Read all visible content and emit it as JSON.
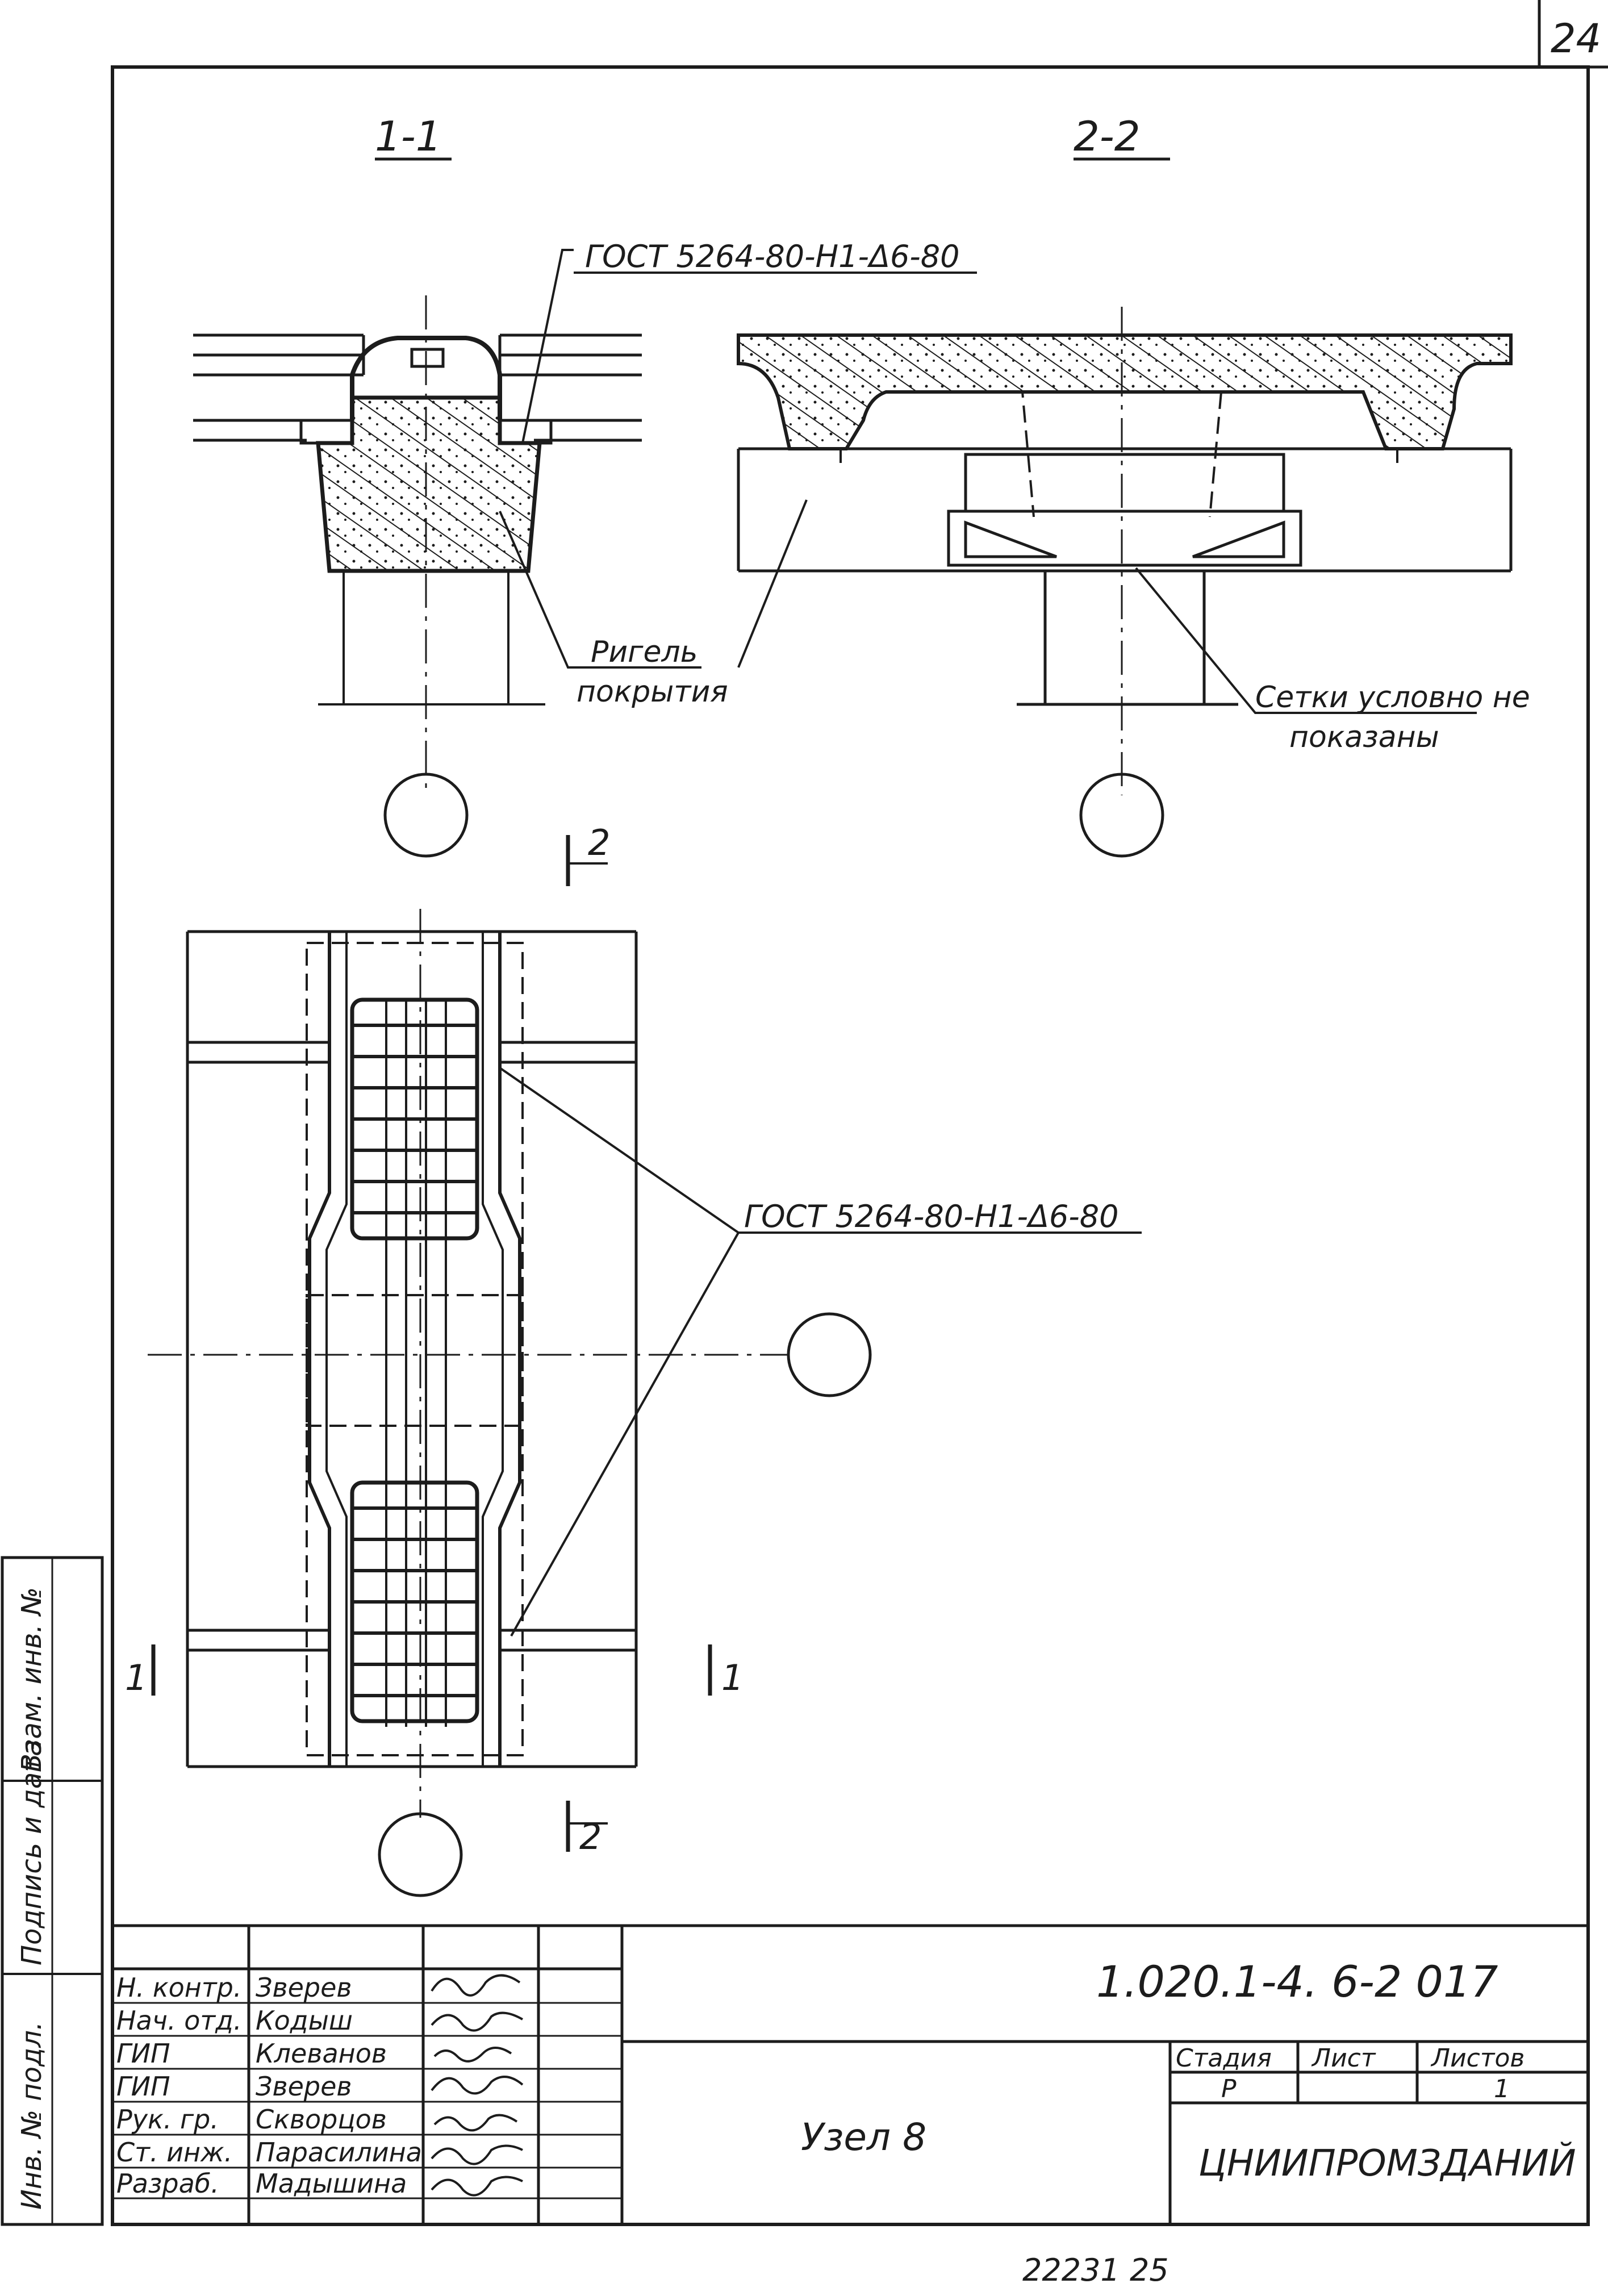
{
  "sheet_corner_number": "24",
  "sections": {
    "section_1": "1-1",
    "section_2": "2-2"
  },
  "callouts": {
    "gost_top": "ГОСТ 5264-80-Н1-Δ6-80",
    "gost_plan": "ГОСТ 5264-80-Н1-Δ6-80",
    "rigel_line1": "Ригель",
    "rigel_line2": "покрытия",
    "mesh_line1": "Сетки условно не",
    "mesh_line2": "показаны"
  },
  "plan_marks": {
    "cut2_top": "2",
    "cut2_bottom": "2",
    "cut1_left": "1",
    "cut1_right": "1"
  },
  "side_stamp": {
    "col1": "Инв. № подл.",
    "col2": "Подпись и дата",
    "col3": "Взам. инв. №"
  },
  "title_block": {
    "doc_code": "1.020.1-4. 6-2 017",
    "node_name": "Узел 8",
    "stage_header": "Стадия",
    "sheet_header": "Лист",
    "sheets_header": "Листов",
    "stage_value": "Р",
    "sheets_value": "1",
    "organization": "ЦНИИПРОМЗДАНИЙ",
    "roles": [
      {
        "role": "Н. контр.",
        "name": "Зверев"
      },
      {
        "role": "Нач. отд.",
        "name": "Кодыш"
      },
      {
        "role": "ГИП",
        "name": "Клеванов"
      },
      {
        "role": "ГИП",
        "name": "Зверев"
      },
      {
        "role": "Рук. гр.",
        "name": "Скворцов"
      },
      {
        "role": "Ст. инж.",
        "name": "Парасилина"
      },
      {
        "role": "Разраб.",
        "name": "Мадышина"
      }
    ]
  },
  "footer_number": "22231 25"
}
